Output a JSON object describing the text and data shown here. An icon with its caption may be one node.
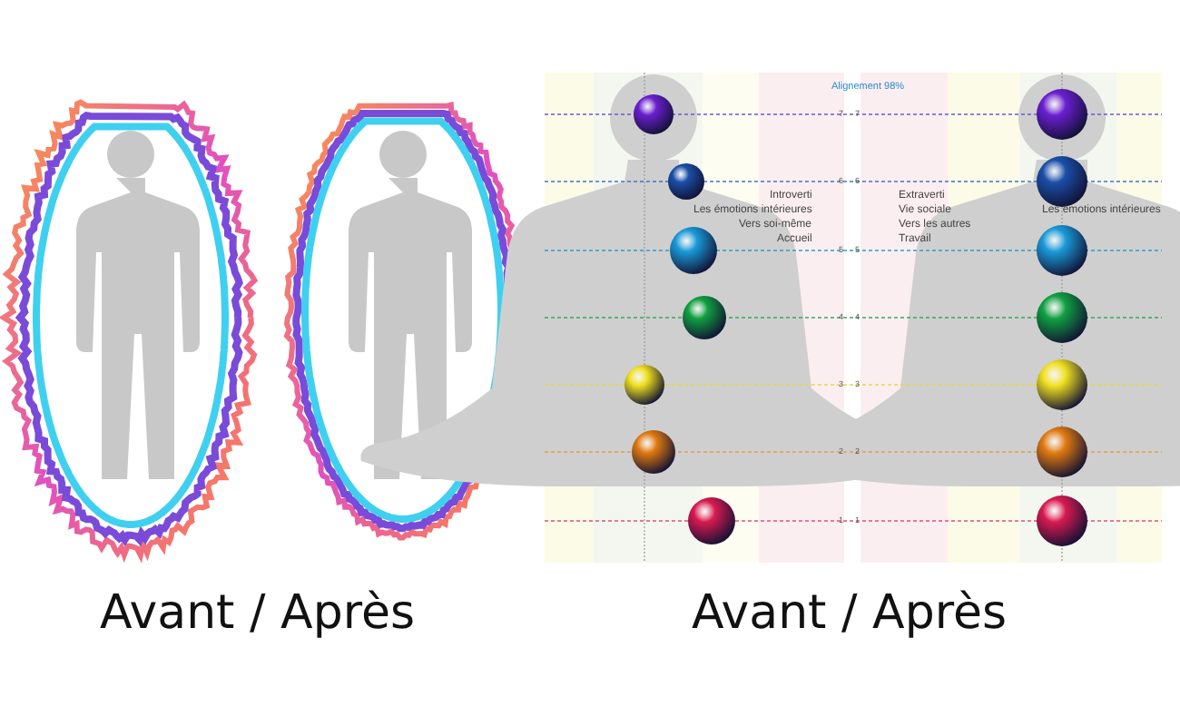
{
  "diagram": {
    "labels": [
      "Alignement 98%",
      "7",
      "7",
      "6",
      "6",
      "Introverti",
      "Les émotions intérieures",
      "Vers soi-même",
      "Accueil",
      "Extraverti",
      "Vie sociale",
      "Vers les autres",
      "Travail",
      "Les émotions intérieures",
      "5",
      "5",
      "4",
      "4",
      "3",
      "3",
      "2",
      "2",
      "1",
      "1",
      "Avant / Après",
      "Avant / Après"
    ]
  }
}
